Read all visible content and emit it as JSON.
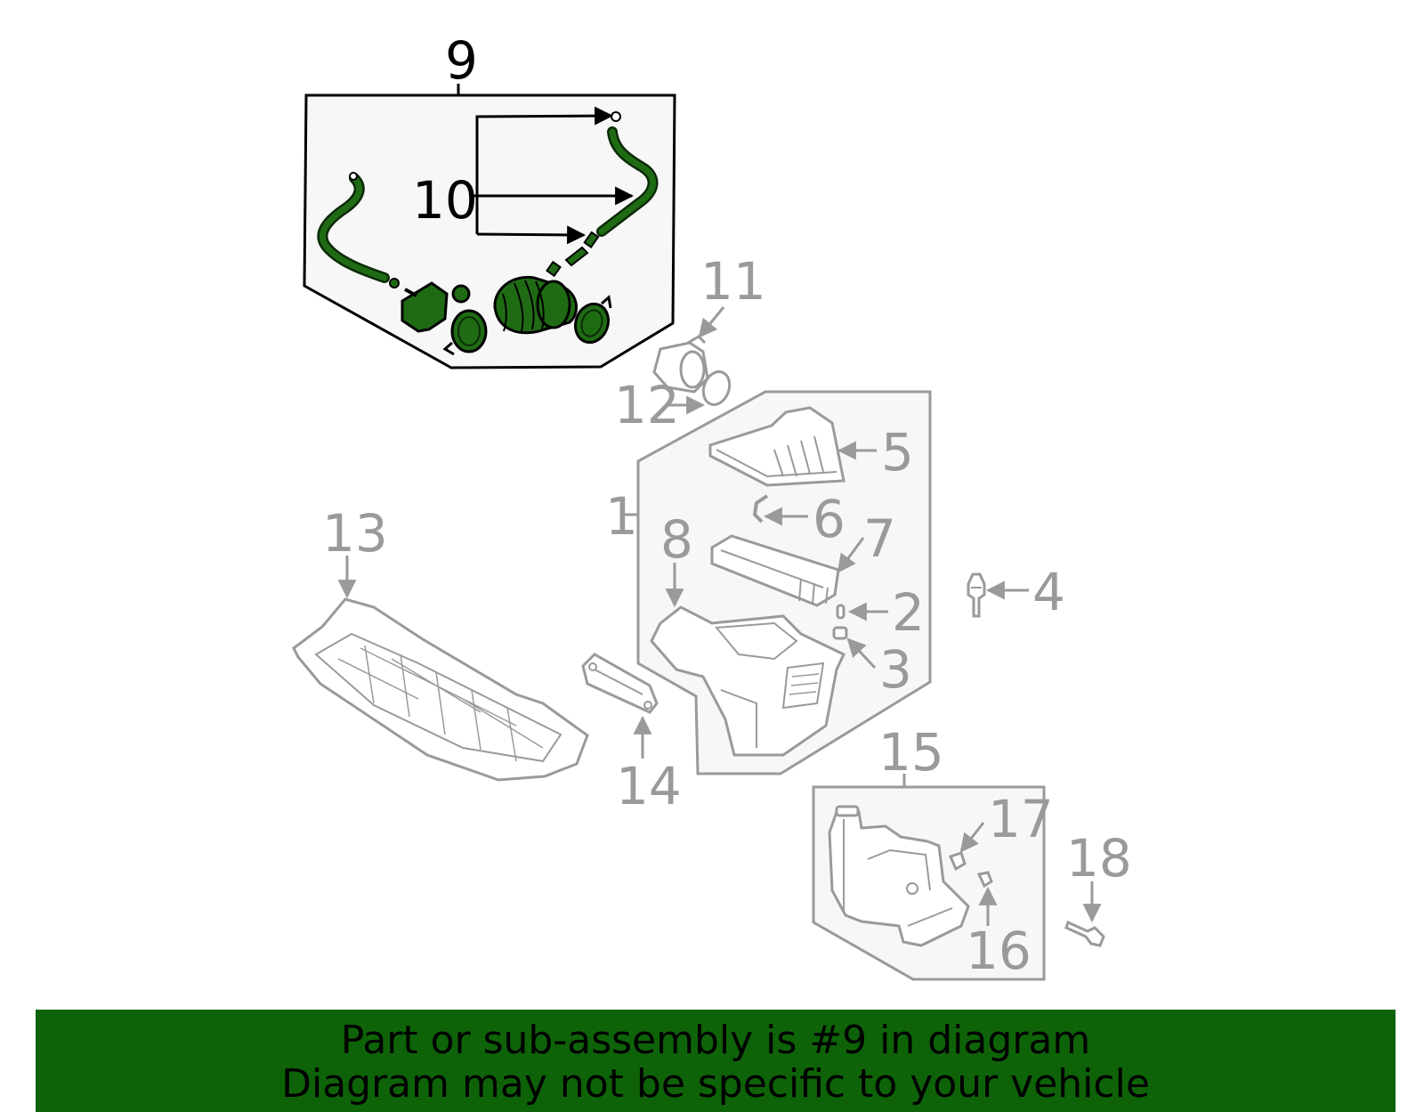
{
  "diagram": {
    "highlight_color": "#1f6b14",
    "highlight_outline": "#0b2a07",
    "inactive_color": "#9a9a9a",
    "callouts": {
      "c1": "1",
      "c2": "2",
      "c3": "3",
      "c4": "4",
      "c5": "5",
      "c6": "6",
      "c7": "7",
      "c8": "8",
      "c9": "9",
      "c10": "10",
      "c11": "11",
      "c12": "12",
      "c13": "13",
      "c14": "14",
      "c15": "15",
      "c16": "16",
      "c17": "17",
      "c18": "18"
    }
  },
  "banner": {
    "line1": "Part or sub-assembly is #9 in diagram",
    "line2": "Diagram may not be specific to your vehicle",
    "background": "#0e6308"
  }
}
